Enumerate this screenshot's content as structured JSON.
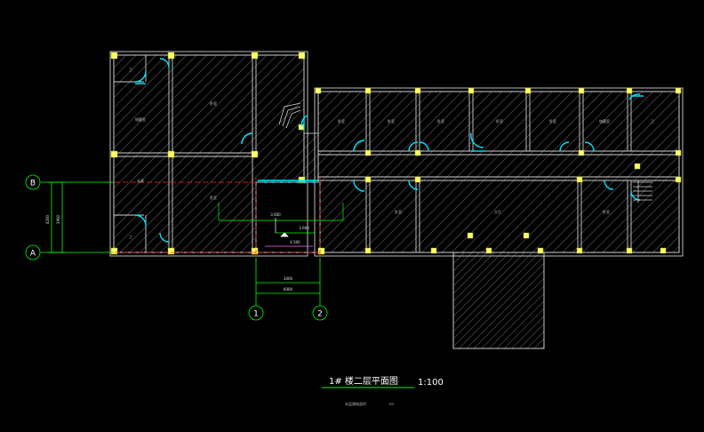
{
  "drawing": {
    "title": "1# 楼二层平面图",
    "scale": "1:100",
    "note_left": "本层建筑面积",
    "note_right": "m²",
    "axes": {
      "row_b": "B",
      "row_a": "A",
      "col_1": "1",
      "col_2": "2"
    },
    "dimensions": {
      "bay_small": "3000",
      "bay_total": "6000",
      "span_outer": "4200",
      "span_inner": "3900",
      "level": "3.600",
      "level_b": "3.600",
      "level_c": "4.500"
    },
    "rooms": {
      "left_top_small": "卫",
      "left_top_big": "卧室",
      "left_mid": "走廊",
      "left_store": "储藏室",
      "left_bottom_small": "卫",
      "left_bottom_big": "卧室",
      "right_r1": "卧室",
      "right_r2": "卧室",
      "right_r3": "卧室",
      "right_r4": "卧室",
      "right_r5": "卧室",
      "right_r6": "储藏室",
      "right_r7": "卫",
      "right_bottom_a": "卧室",
      "right_bottom_hall": "大厅",
      "right_bottom_c": "卧室"
    },
    "colors": {
      "background": "#000000",
      "wall": "#c8c8c8",
      "hatch": "#8a8a8a",
      "door": "#00e5ff",
      "axis": "#00ff00",
      "column": "#ffff66",
      "section_line": "#ff2020",
      "dim": "#00ff00"
    }
  }
}
